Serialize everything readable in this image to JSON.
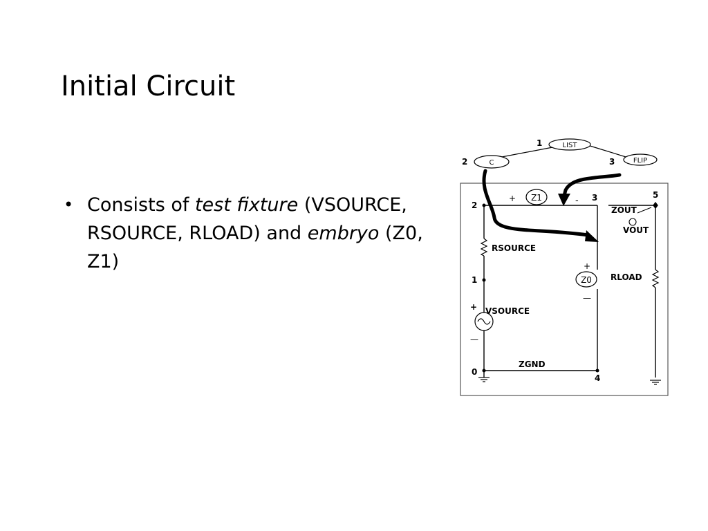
{
  "slide": {
    "title": "Initial Circuit",
    "bullet": {
      "marker": "•",
      "part1": "Consists of ",
      "em1": "test fixture",
      "part2": " (VSOURCE, RSOURCE, RLOAD) and ",
      "em2": "embryo",
      "part3": " (Z0, Z1)"
    }
  },
  "diagram": {
    "tree": {
      "root": {
        "number": "1",
        "label": "LIST"
      },
      "left": {
        "number": "2",
        "label": "C"
      },
      "right": {
        "number": "3",
        "label": "FLIP"
      }
    },
    "nodes": {
      "n0": "0",
      "n1": "1",
      "n2": "2",
      "n3": "3",
      "n4": "4",
      "n5": "5"
    },
    "components": {
      "z1": "Z1",
      "z0": "Z0",
      "rsource": "RSOURCE",
      "vsource": "VSOURCE",
      "rload": "RLOAD",
      "zout": "ZOUT",
      "vout": "VOUT",
      "zgnd": "ZGND"
    },
    "signs": {
      "plus": "+",
      "minus": "-",
      "dash": "—"
    }
  }
}
